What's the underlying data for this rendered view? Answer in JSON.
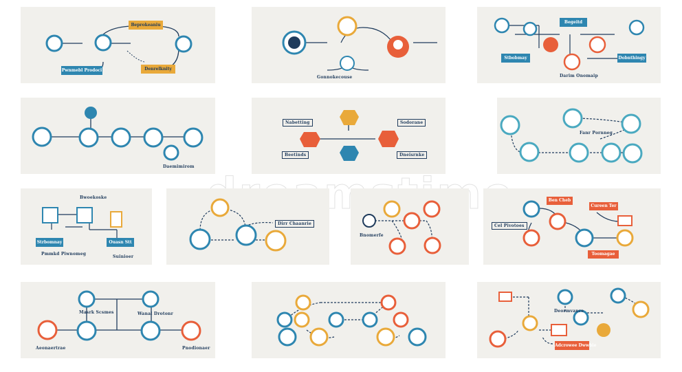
{
  "watermark": "dreamstime",
  "colors": {
    "navy": "#1f3b5c",
    "blue": "#2e86b0",
    "teal": "#4aa9c0",
    "orange": "#e85f3a",
    "amber": "#e9a93a",
    "panel": "#f1f0ec"
  },
  "panels": [
    {
      "labels": {
        "box_top": "Beprokeaniu",
        "box_left": "Pwnmebl Prodoci",
        "box_right": "Denrelknity"
      }
    },
    {
      "labels": {
        "bottom": "Gonnokecouse"
      }
    },
    {
      "labels": {
        "box_top": "Begeitd",
        "box_left": "Stbobmay",
        "box_right": "Dobnthingy",
        "bottom": "Darim Onomaip"
      }
    },
    {
      "labels": {
        "bottom": "Daemimirom"
      }
    },
    {
      "labels": {
        "left": "Nabetting",
        "right": "Sodorane",
        "bottom_left": "Beetinds",
        "bottom_right": "Dneisrnke"
      }
    },
    {
      "labels": {
        "mid": "Fanr Pornneg"
      }
    },
    {
      "labels": {
        "top": "Bwoekoske",
        "box_left": "Strbomnay",
        "box_right": "Ouasn Stt",
        "cap_left": "Pmmkd Piwnomeg",
        "cap_right": "Suinioer"
      }
    },
    {
      "labels": {
        "right": "Dirr Chaanrie"
      }
    },
    {
      "labels": {
        "left": "Bnomerfe"
      }
    },
    {
      "labels": {
        "box_top": "Ben Cheb",
        "box_left": "Cel Pivotoes",
        "box_right": "Cureen Ter",
        "box_bottom": "Toomagae"
      }
    },
    {
      "labels": {
        "left": "Masrk Scsmes",
        "mid": "Wanal Drotonr",
        "bottom_left": "Aeonaertrae",
        "bottom_right": "Pnodionaer"
      }
    },
    {
      "labels": {}
    },
    {
      "labels": {
        "mid": "Deormvanre",
        "box": "Adcrowee Dwwbie"
      }
    }
  ]
}
